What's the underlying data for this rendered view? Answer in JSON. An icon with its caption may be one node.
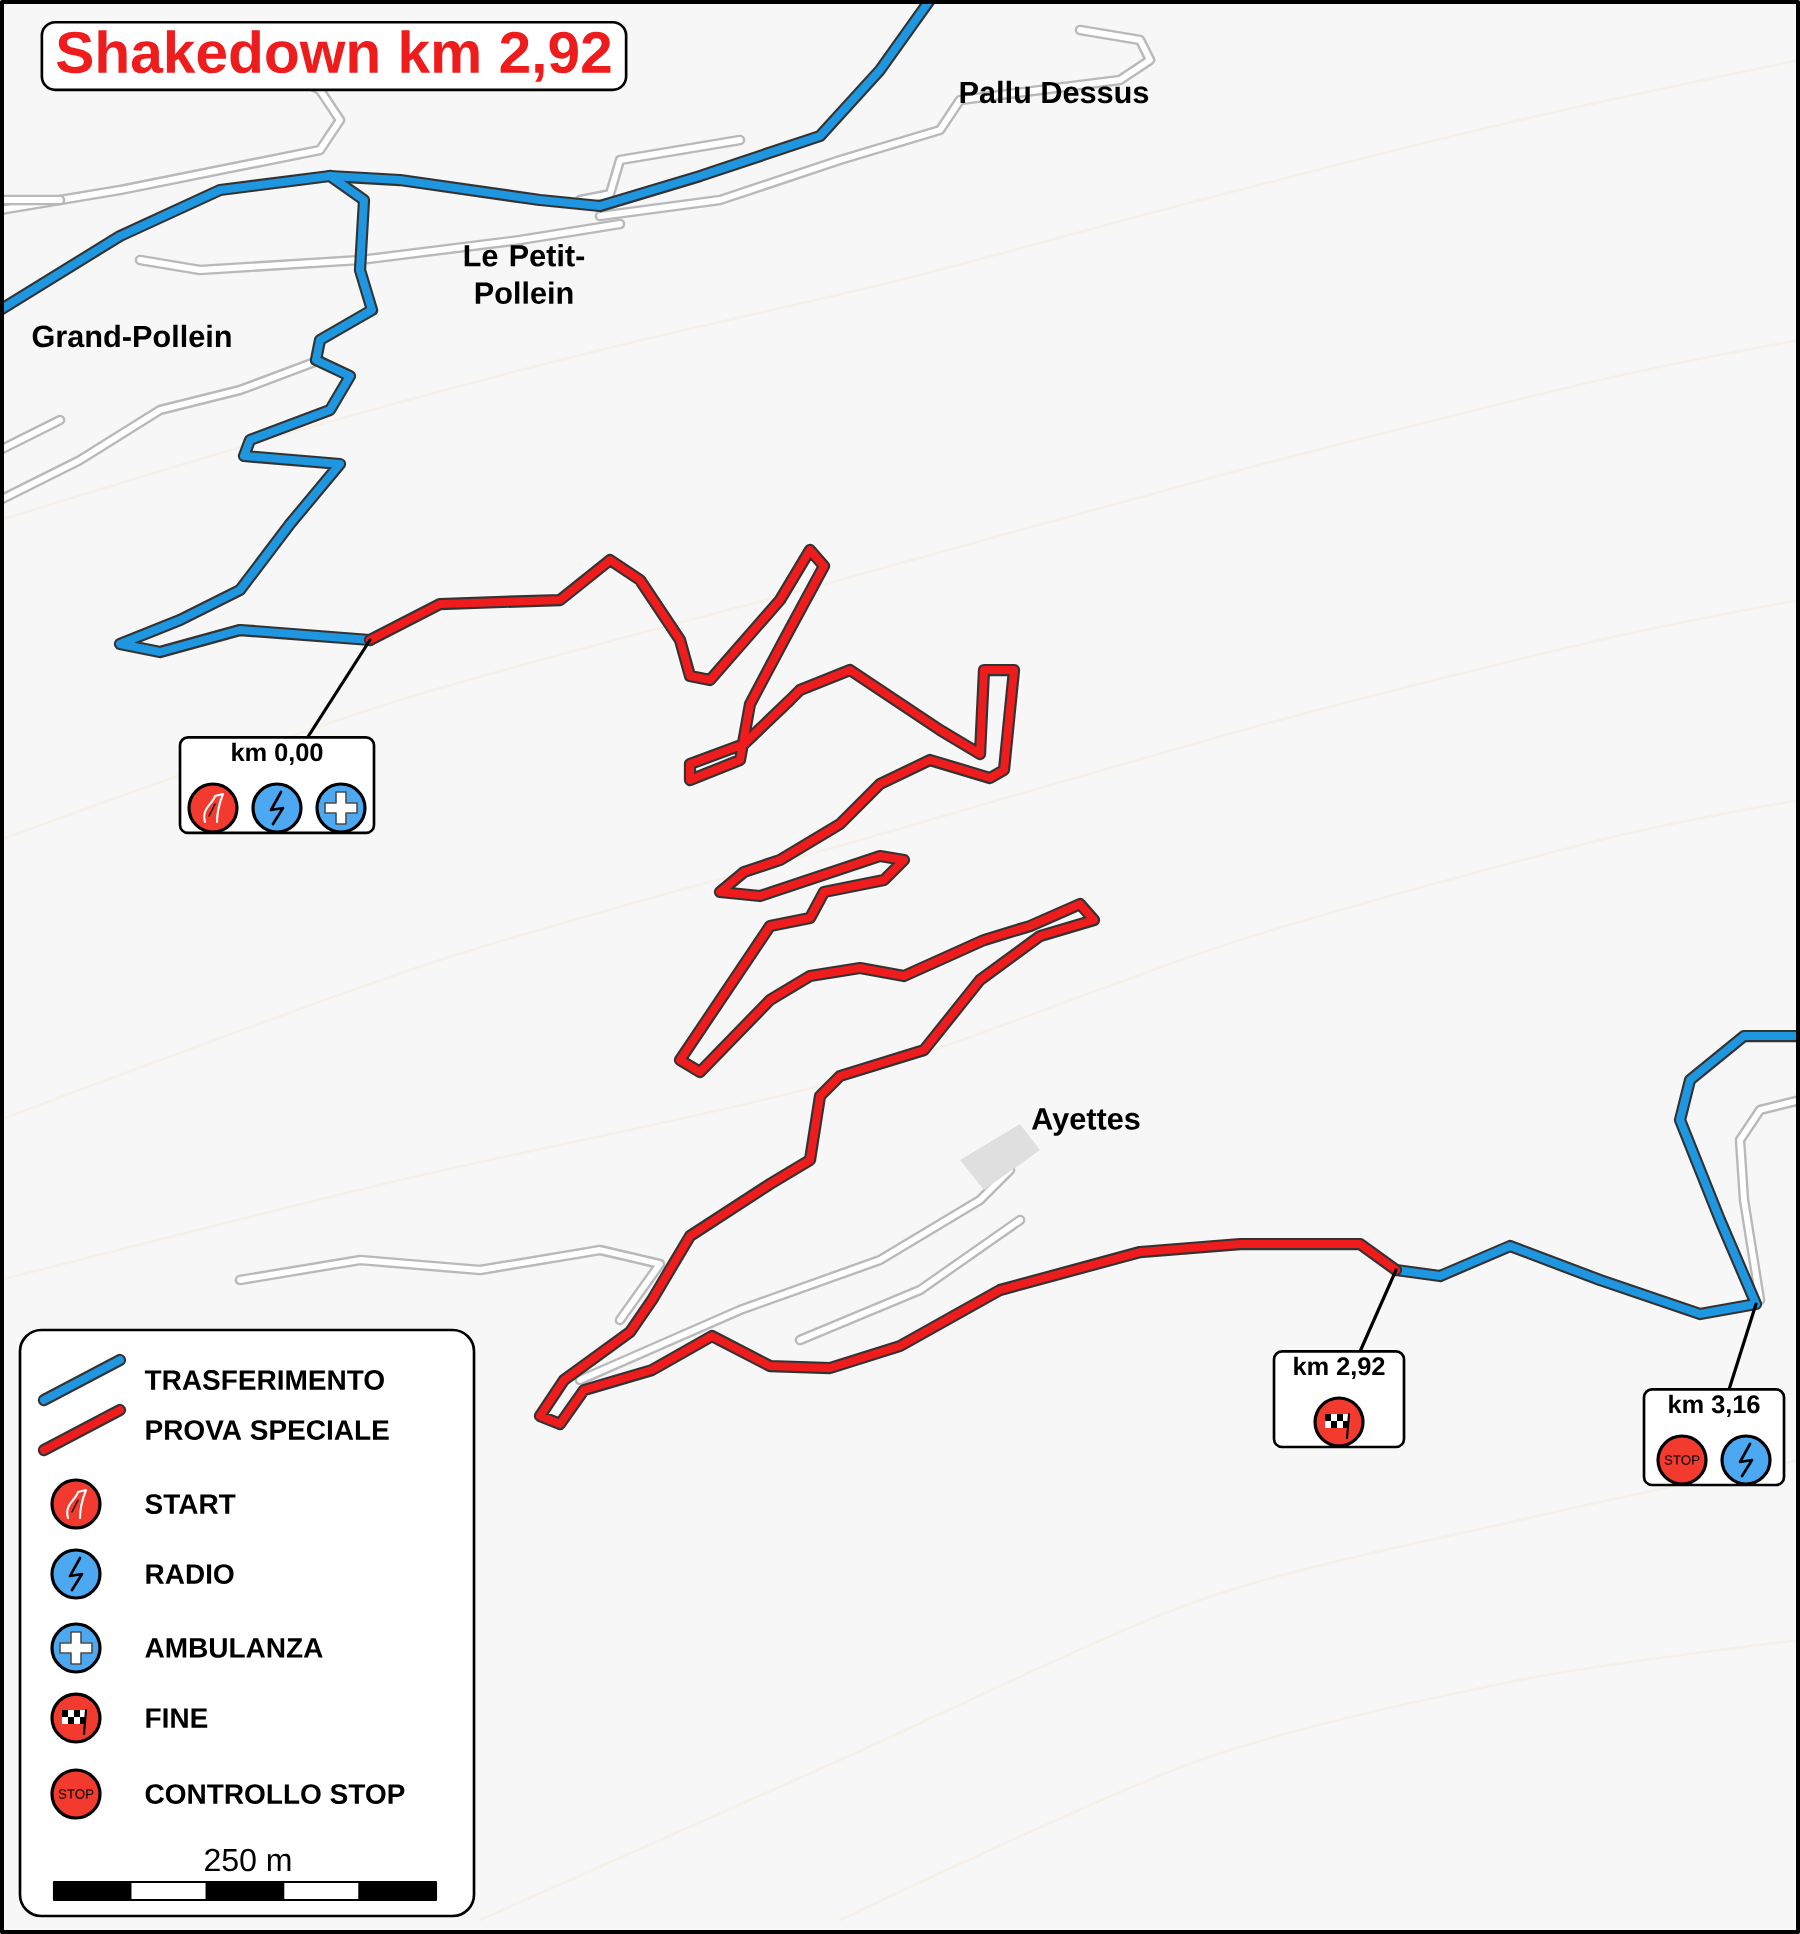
{
  "diagram": {
    "title": "Shakedown km 2,92",
    "nodes": [
      {
        "text": [
          "km 0,00"
        ]
      },
      {
        "text": [
          "km 2,92"
        ]
      },
      {
        "text": [
          "km 3,16"
        ]
      }
    ],
    "edges": [
      {
        "from": 0,
        "to": null,
        "arrow": "none"
      },
      {
        "from": 1,
        "to": null,
        "arrow": "none"
      },
      {
        "from": 2,
        "to": null,
        "arrow": "none"
      }
    ],
    "labels": [
      "Pallu Dessus",
      "Le Petit-Pollein",
      "Grand-Pollein",
      "Ayettes",
      "STOP",
      "STOP",
      "250 m"
    ],
    "legend": [
      {
        "text": "TRASFERIMENTO"
      },
      {
        "text": "PROVA SPECIALE"
      },
      {
        "text": "START"
      },
      {
        "text": "RADIO"
      },
      {
        "text": "AMBULANZA"
      },
      {
        "text": "FINE"
      },
      {
        "text": "CONTROLLO STOP"
      }
    ]
  }
}
